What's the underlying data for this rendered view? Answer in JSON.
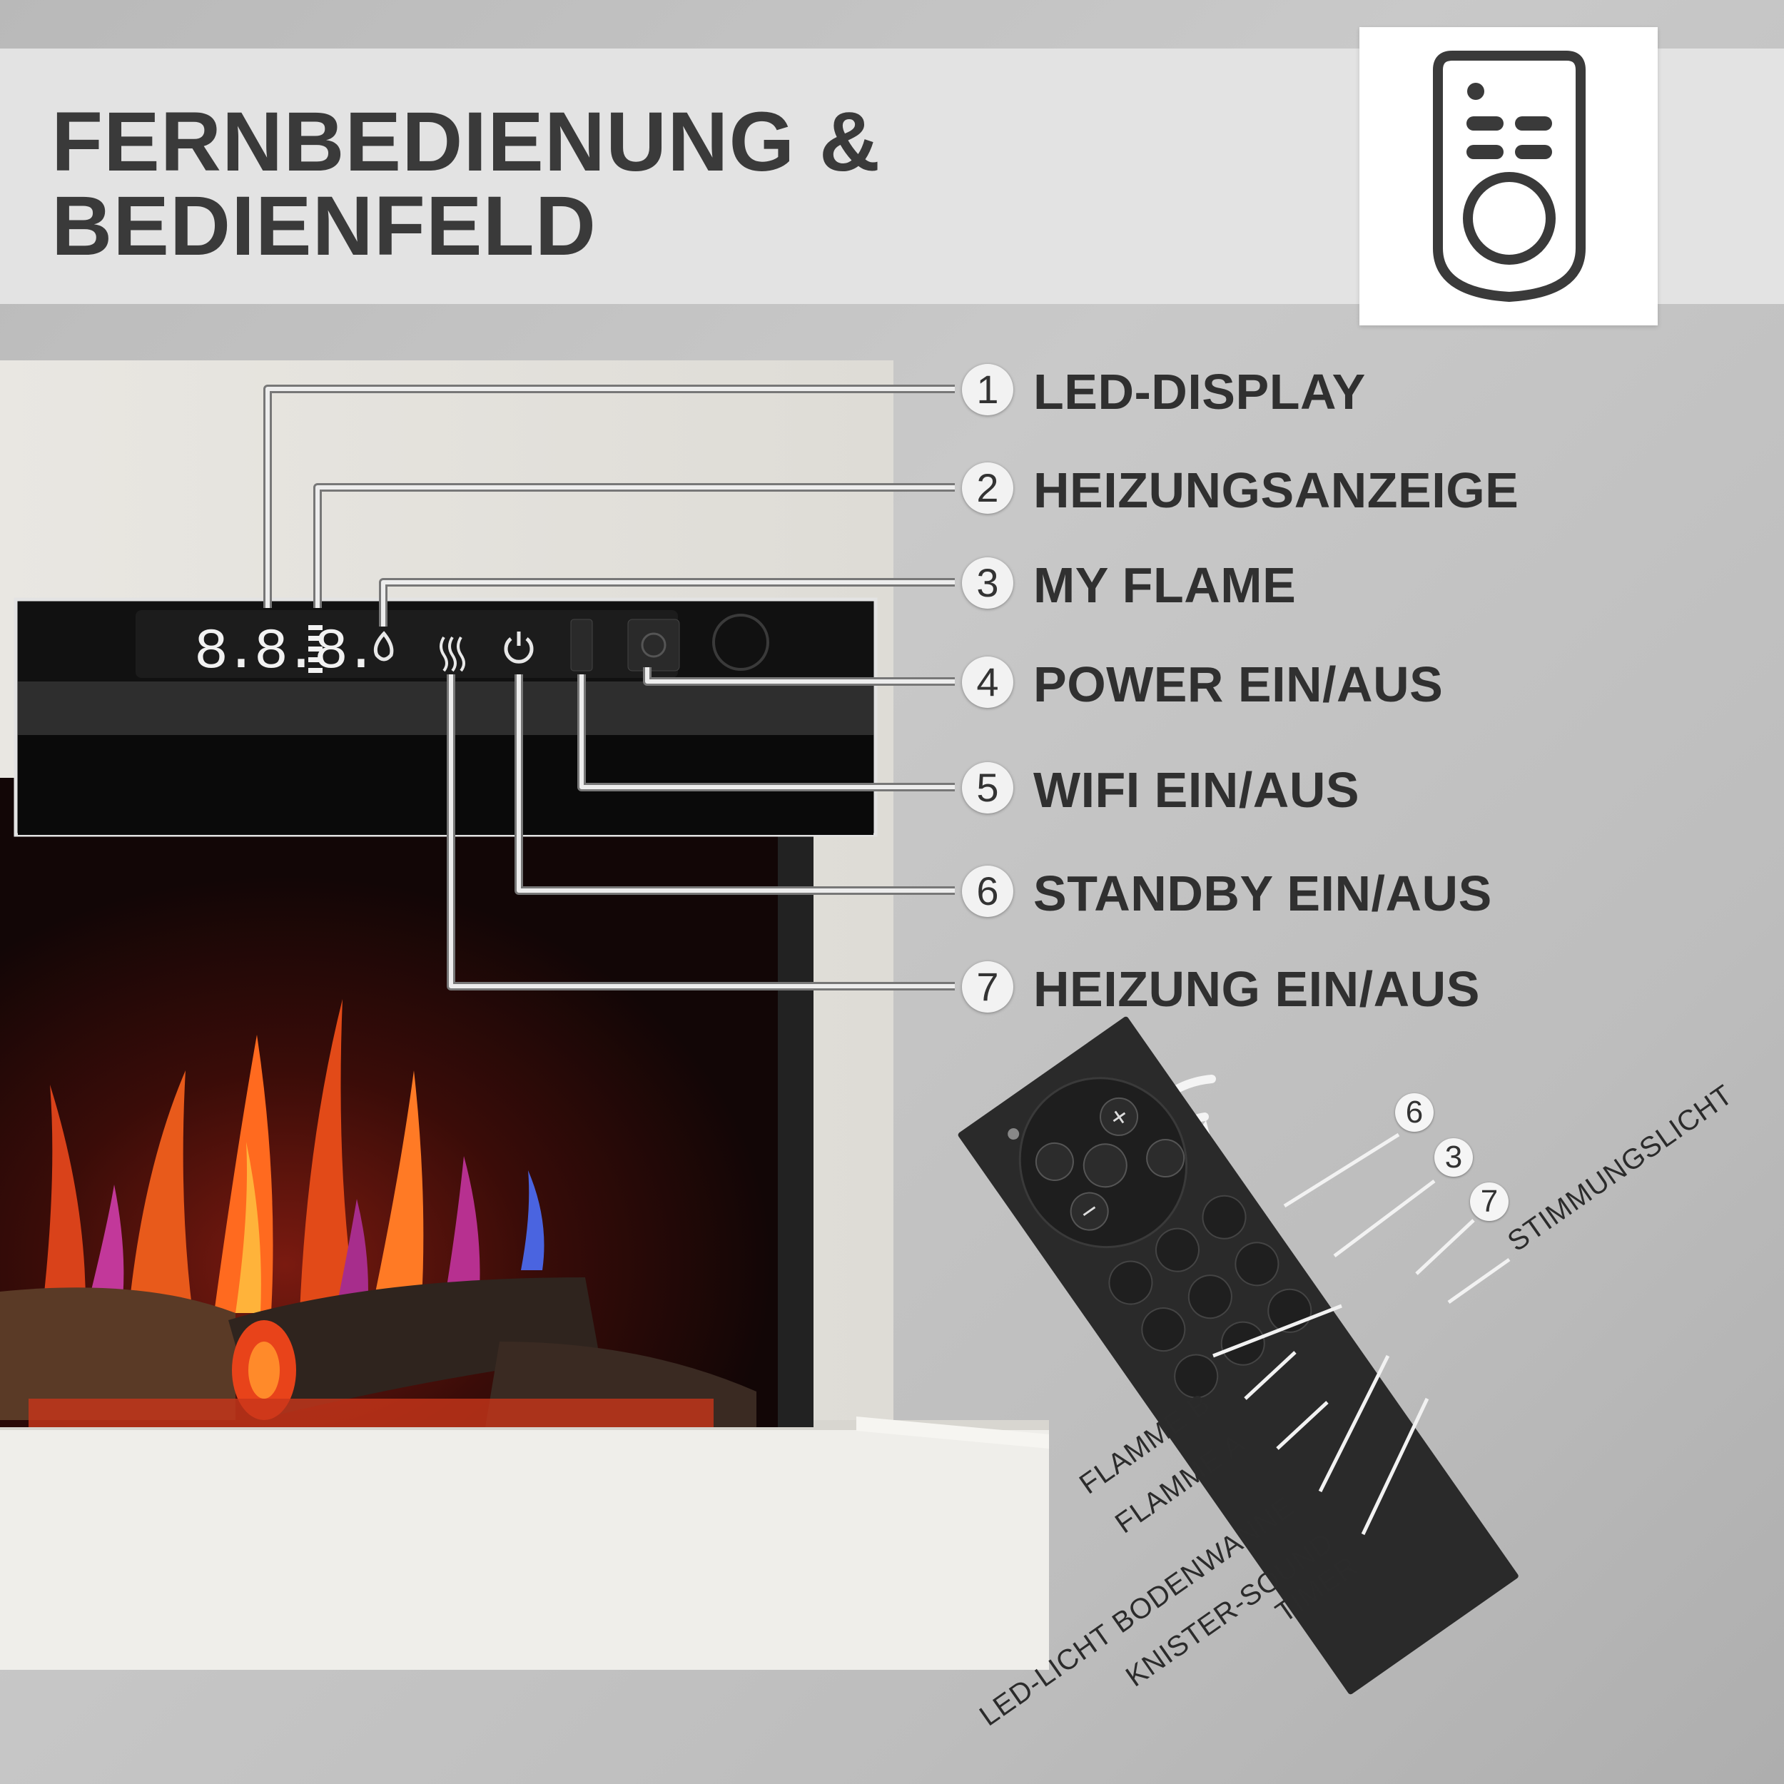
{
  "header": {
    "title_line1": "FERNBEDIENUNG &",
    "title_line2": "BEDIENFELD",
    "icon": "remote-control-icon"
  },
  "display": {
    "digits": "8.8.8."
  },
  "legend": [
    {
      "num": "1",
      "label": "LED-DISPLAY"
    },
    {
      "num": "2",
      "label": "HEIZUNGSANZEIGE"
    },
    {
      "num": "3",
      "label": "MY FLAME"
    },
    {
      "num": "4",
      "label": "POWER EIN/AUS"
    },
    {
      "num": "5",
      "label": "WIFI EIN/AUS"
    },
    {
      "num": "6",
      "label": "STANDBY EIN/AUS"
    },
    {
      "num": "7",
      "label": "HEIZUNG EIN/AUS"
    }
  ],
  "remote": {
    "callouts": [
      "6",
      "3",
      "7"
    ],
    "labels": {
      "stimmungslicht": "STIMMUNGSLICHT",
      "flamme_b": "FLAMME B",
      "flamme_a": "FLAMME A",
      "bodenwanne": "LED-LICHT BODENWANNE",
      "knister": "KNISTER-SOUND",
      "timer": "TIMER"
    },
    "buttons": {
      "plus": "+",
      "minus": "−"
    }
  },
  "colors": {
    "title_bar": "#e3e3e3",
    "title_text": "#3a3a3a",
    "remote_body": "#2a2a2a",
    "leader_line": "#e8e8e8"
  }
}
